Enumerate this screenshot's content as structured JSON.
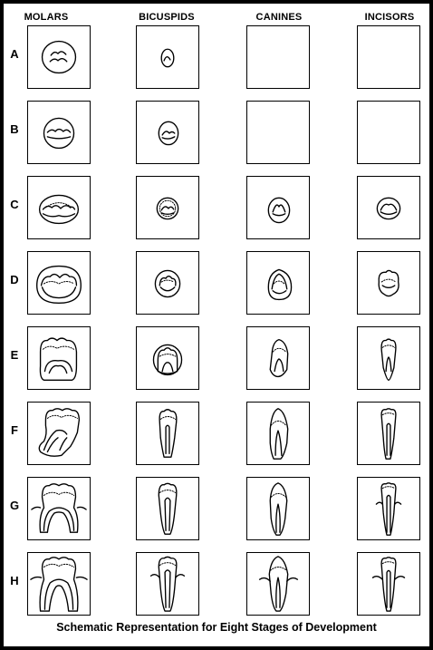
{
  "columns": [
    "MOLARS",
    "BICUSPIDS",
    "CANINES",
    "INCISORS"
  ],
  "rows": [
    "A",
    "B",
    "C",
    "D",
    "E",
    "F",
    "G",
    "H"
  ],
  "caption": "Schematic Representation for Eight Stages of Development"
}
